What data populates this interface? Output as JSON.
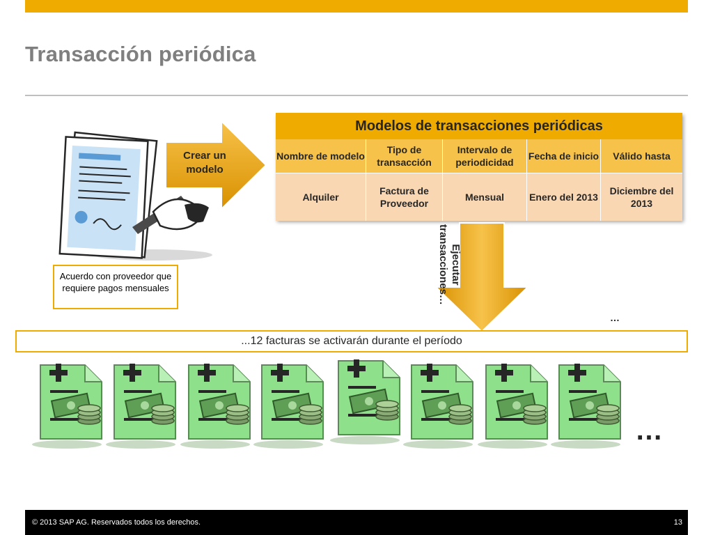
{
  "slide": {
    "title": "Transacción periódica",
    "accent_color": "#f0ab00"
  },
  "left": {
    "agreement_note": "Acuerdo con proveedor que requiere pagos mensuales",
    "document_icon": "signed-document-icon",
    "arrow_label": "Crear un modelo"
  },
  "table": {
    "title": "Modelos de transacciones periódicas",
    "columns": [
      "Nombre de modelo",
      "Tipo de transacción",
      "Intervalo de periodicidad",
      "Fecha de inicio",
      "Válido hasta"
    ],
    "row": [
      "Alquiler",
      "Factura de Proveedor",
      "Mensual",
      "Enero del 2013",
      "Diciembre del 2013"
    ]
  },
  "down_arrow_label": "Ejecutar transacciones…",
  "small_dots": "…",
  "banner_text": "...12 facturas se activarán durante el período",
  "invoices": {
    "count_shown": 8,
    "icon": "invoice-money-icon",
    "more": "…"
  },
  "footer": {
    "copyright": "©  2013 SAP AG. Reservados todos los derechos.",
    "page_number": "13"
  }
}
